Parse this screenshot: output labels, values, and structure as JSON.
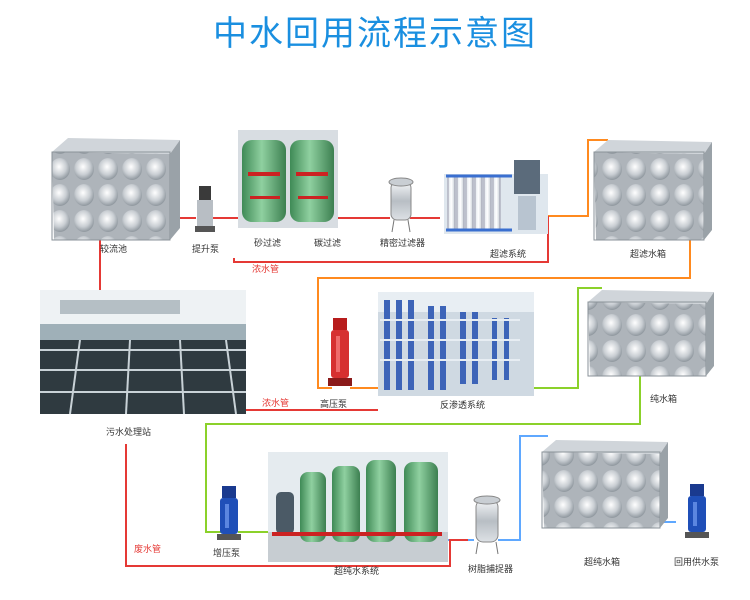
{
  "title": "中水回用流程示意图",
  "nodes": {
    "regulating_tank": "较流池",
    "lift_pump": "提升泵",
    "sand_filter": "砂过滤",
    "carbon_filter": "碳过滤",
    "precision_filter": "精密过滤器",
    "uf_system": "超滤系统",
    "uf_tank": "超滤水箱",
    "sewage_station": "污水处理站",
    "high_pressure_pump": "高压泵",
    "ro_system": "反渗透系统",
    "pure_tank": "纯水箱",
    "booster_pump": "增压泵",
    "ultrapure_system": "超纯水系统",
    "resin_catcher": "树脂捕捉器",
    "ultrapure_tank": "超纯水箱",
    "reuse_pump": "回用供水泵"
  },
  "pipes": {
    "concentrate_1": "浓水管",
    "concentrate_2": "浓水管",
    "waste": "废水管"
  },
  "colors": {
    "title": "#1a8fe0",
    "pipe_red": "#e53935",
    "pipe_orange": "#ff8a1f",
    "pipe_green": "#8bd12a",
    "pipe_blue": "#5fa8ff",
    "pump_red": "#d63030",
    "pump_blue": "#1f4fb8",
    "tank_green": "#5fa46f"
  }
}
